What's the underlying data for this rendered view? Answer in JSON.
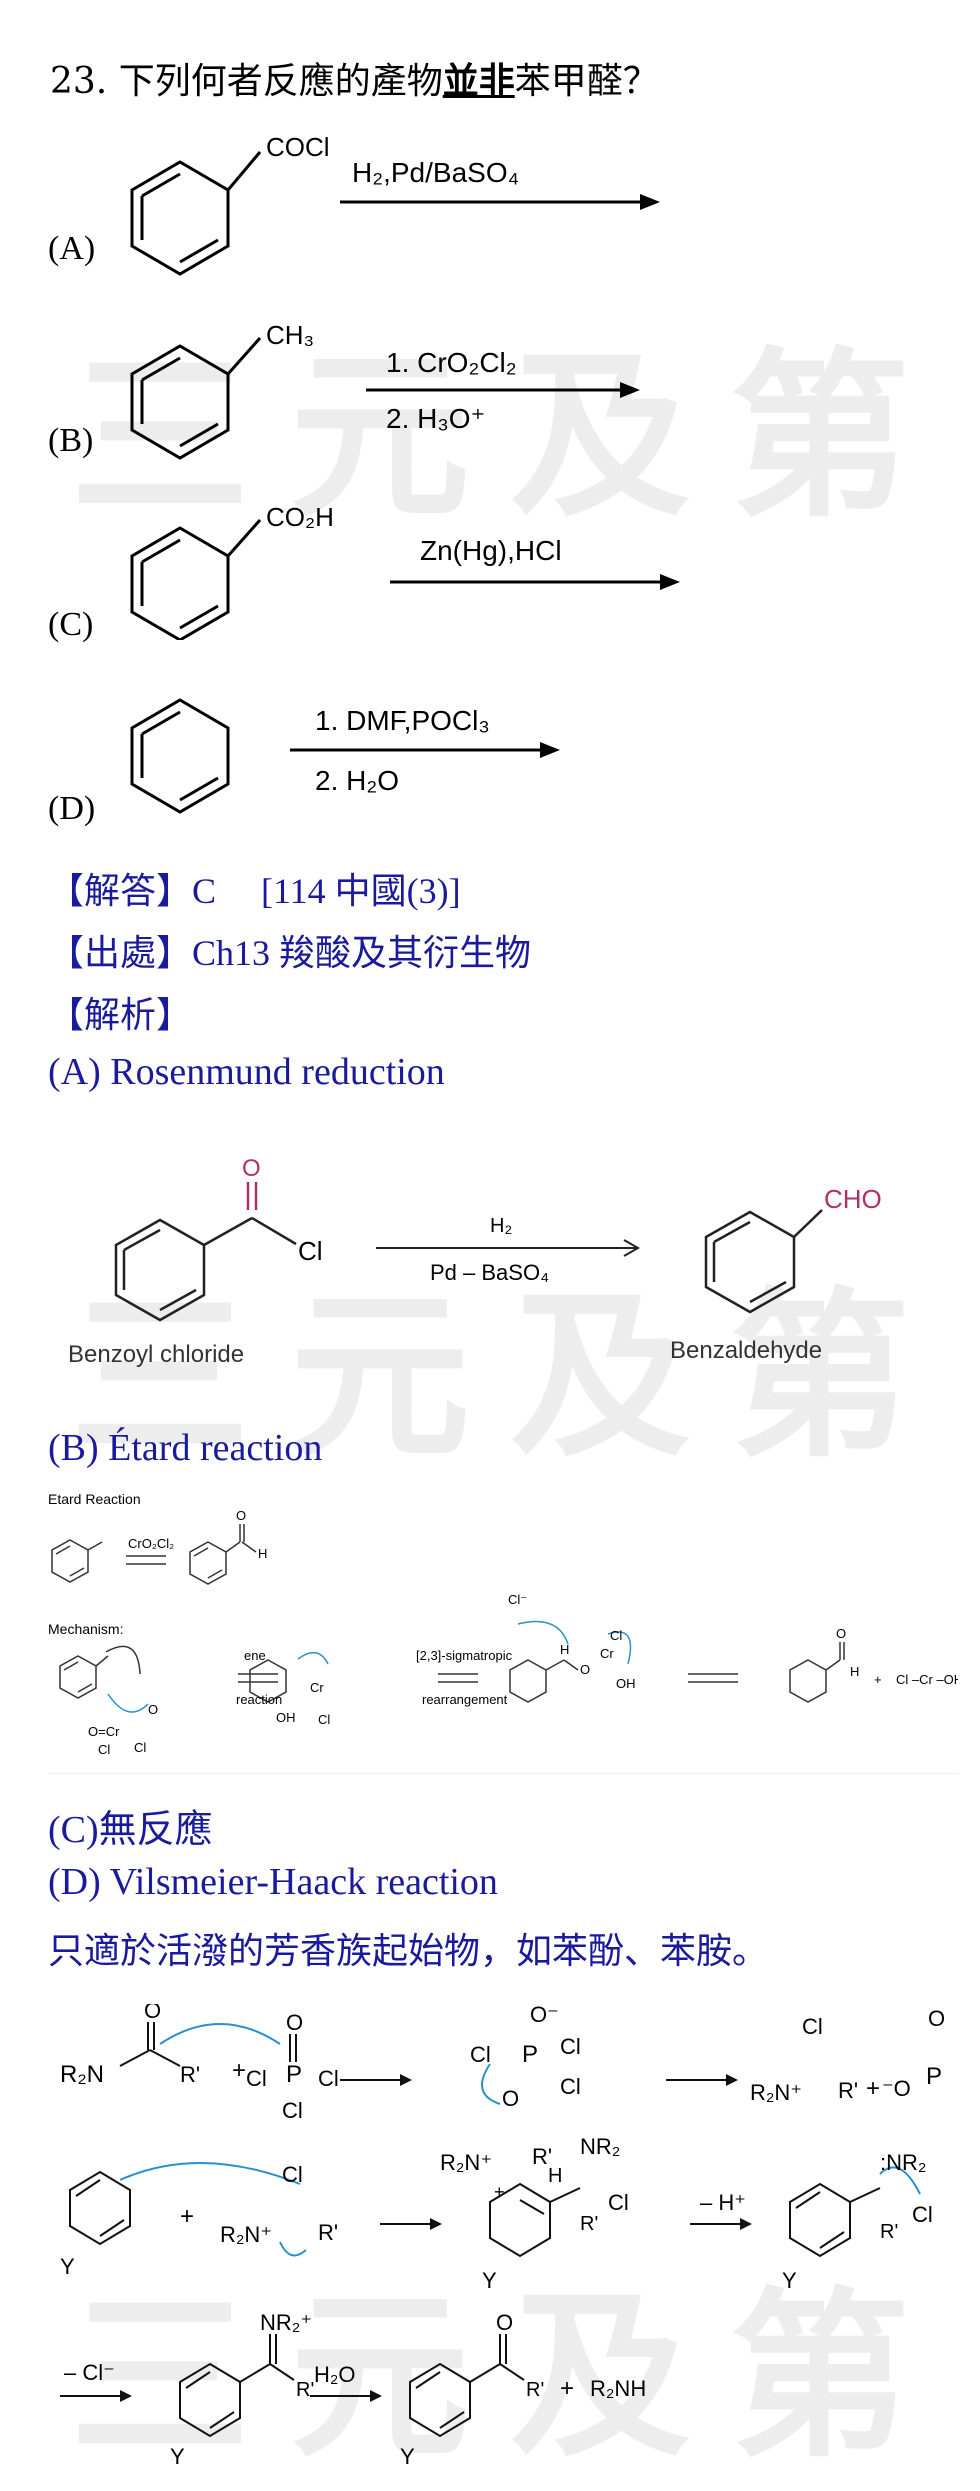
{
  "question": {
    "number_text": "23. 下列何者反應的產物",
    "emphasis": "並非",
    "tail": "苯甲醛？"
  },
  "options": [
    {
      "label": "(A)",
      "substituent": "COCl",
      "reagent1": "H₂,Pd/BaSO₄",
      "reagent2": ""
    },
    {
      "label": "(B)",
      "substituent": "CH₃",
      "reagent1": "1. CrO₂Cl₂",
      "reagent2": "2. H₃O⁺"
    },
    {
      "label": "(C)",
      "substituent": "CO₂H",
      "reagent1": "Zn(Hg),HCl",
      "reagent2": ""
    },
    {
      "label": "(D)",
      "substituent": "",
      "reagent1": "1. DMF,POCl₃",
      "reagent2": "2. H₂O"
    }
  ],
  "answer": {
    "answer_line": "【解答】C　 [114 中國(3)]",
    "source_line": "【出處】Ch13 羧酸及其衍生物",
    "analysis_line": "【解析】"
  },
  "section_a": {
    "title": "(A) Rosenmund reduction",
    "o_label": "O",
    "cl_label": "Cl",
    "cho_label": "CHO",
    "reagent_top": "H₂",
    "reagent_bottom": "Pd – BaSO₄",
    "left_name": "Benzoyl chloride",
    "right_name": "Benzaldehyde",
    "accent_color": "#b0306a"
  },
  "section_b": {
    "title": "(B) Étard reaction",
    "heading": "Etard Reaction",
    "reagent": "CrO₂Cl₂",
    "o": "O",
    "h": "H",
    "mechanism_label": "Mechanism:",
    "step1_top": "ene",
    "step1_bottom": "reaction",
    "step2_top": "[2,3]-sigmatropic",
    "step2_bottom": "rearrangement",
    "cl_minus": "Cl⁻",
    "byproduct": "Cl –Cr –OH",
    "plus": "+",
    "sm_ocro": "O=Cr",
    "sm_cl": "Cl",
    "sm_o": "O",
    "int1": "Cr",
    "int_oh": "OH",
    "int2_cl": "Cl",
    "int2_o": "O",
    "int2_h": "H",
    "int2_oh": "OH"
  },
  "section_c": {
    "title": "(C)無反應"
  },
  "section_d": {
    "title": "(D) Vilsmeier-Haack reaction",
    "note": "只適於活潑的芳香族起始物，如苯酚、苯胺。",
    "r2n": "R₂N",
    "r2n_plus": "R₂N⁺",
    "rp": "R'",
    "o": "O",
    "p": "P",
    "cl": "Cl",
    "o_minus": "O⁻",
    "minus_o": "⁻O",
    "plus": "+",
    "y": "Y",
    "h": "H",
    "nr2": "NR₂",
    "nr2_lone": ":NR₂",
    "nr2_plus": "NR₂⁺",
    "minus_h": "– H⁺",
    "minus_cl": "– Cl⁻",
    "h2o": "H₂O",
    "r2nh": "R₂NH"
  },
  "watermark": "三元及第"
}
